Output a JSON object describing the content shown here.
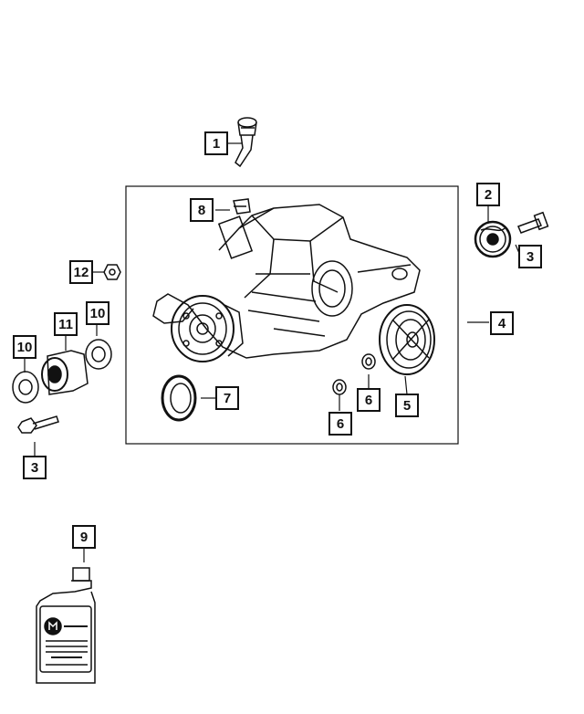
{
  "diagram": {
    "callouts": [
      {
        "id": "c1",
        "label": "1"
      },
      {
        "id": "c2",
        "label": "2"
      },
      {
        "id": "c3a",
        "label": "3"
      },
      {
        "id": "c3b",
        "label": "3"
      },
      {
        "id": "c4",
        "label": "4"
      },
      {
        "id": "c5",
        "label": "5"
      },
      {
        "id": "c6a",
        "label": "6"
      },
      {
        "id": "c6b",
        "label": "6"
      },
      {
        "id": "c7",
        "label": "7"
      },
      {
        "id": "c8",
        "label": "8"
      },
      {
        "id": "c9",
        "label": "9"
      },
      {
        "id": "c10a",
        "label": "10"
      },
      {
        "id": "c10b",
        "label": "10"
      },
      {
        "id": "c11",
        "label": "11"
      },
      {
        "id": "c12",
        "label": "12"
      }
    ],
    "bottle_logo": "MOPAR",
    "colors": {
      "line": "#111111",
      "background": "#ffffff"
    }
  }
}
